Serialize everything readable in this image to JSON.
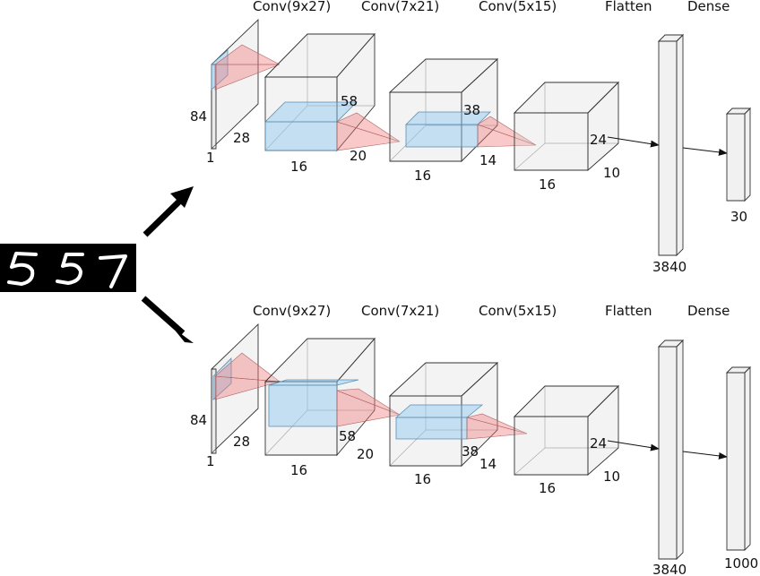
{
  "input_image": {
    "digits": "557",
    "colors": {
      "background": "#000000",
      "stroke": "#ffffff"
    }
  },
  "networks": [
    {
      "layer_titles": [
        "Conv(9x27)",
        "Conv(7x21)",
        "Conv(5x15)",
        "Flatten",
        "Dense"
      ],
      "input_dims": {
        "height": "84",
        "width": "28",
        "channels": "1"
      },
      "conv1_dims": {
        "height": "58",
        "width": "20",
        "filters": "16"
      },
      "conv2_dims": {
        "height": "38",
        "width": "14",
        "filters": "16"
      },
      "conv3_dims": {
        "height": "24",
        "width": "10",
        "filters": "16"
      },
      "flatten_size": "3840",
      "dense_size": "30"
    },
    {
      "layer_titles": [
        "Conv(9x27)",
        "Conv(7x21)",
        "Conv(5x15)",
        "Flatten",
        "Dense"
      ],
      "input_dims": {
        "height": "84",
        "width": "28",
        "channels": "1"
      },
      "conv1_dims": {
        "height": "58",
        "width": "20",
        "filters": "16"
      },
      "conv2_dims": {
        "height": "38",
        "width": "14",
        "filters": "16"
      },
      "conv3_dims": {
        "height": "24",
        "width": "10",
        "filters": "16"
      },
      "flatten_size": "3840",
      "dense_size": "1000"
    }
  ],
  "colors": {
    "receptive_field": "#f08080",
    "feature_slab": "#8cc8f0",
    "arrow": "#000000"
  }
}
